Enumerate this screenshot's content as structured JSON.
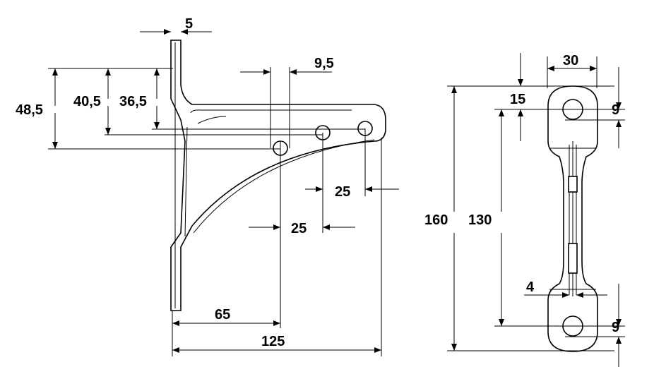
{
  "bracket": {
    "thickness": "5",
    "hole_offset": "9,5",
    "height_outer": "48,5",
    "height_mid": "40,5",
    "height_inner": "36,5",
    "pitch_top": "25",
    "pitch_bottom": "25",
    "first_hole": "65",
    "length": "125"
  },
  "strap": {
    "width": "30",
    "eye_offset": "15",
    "eye_top": "9",
    "total_length": "160",
    "hole_distance": "130",
    "thickness": "4",
    "eye_bottom": "9"
  }
}
